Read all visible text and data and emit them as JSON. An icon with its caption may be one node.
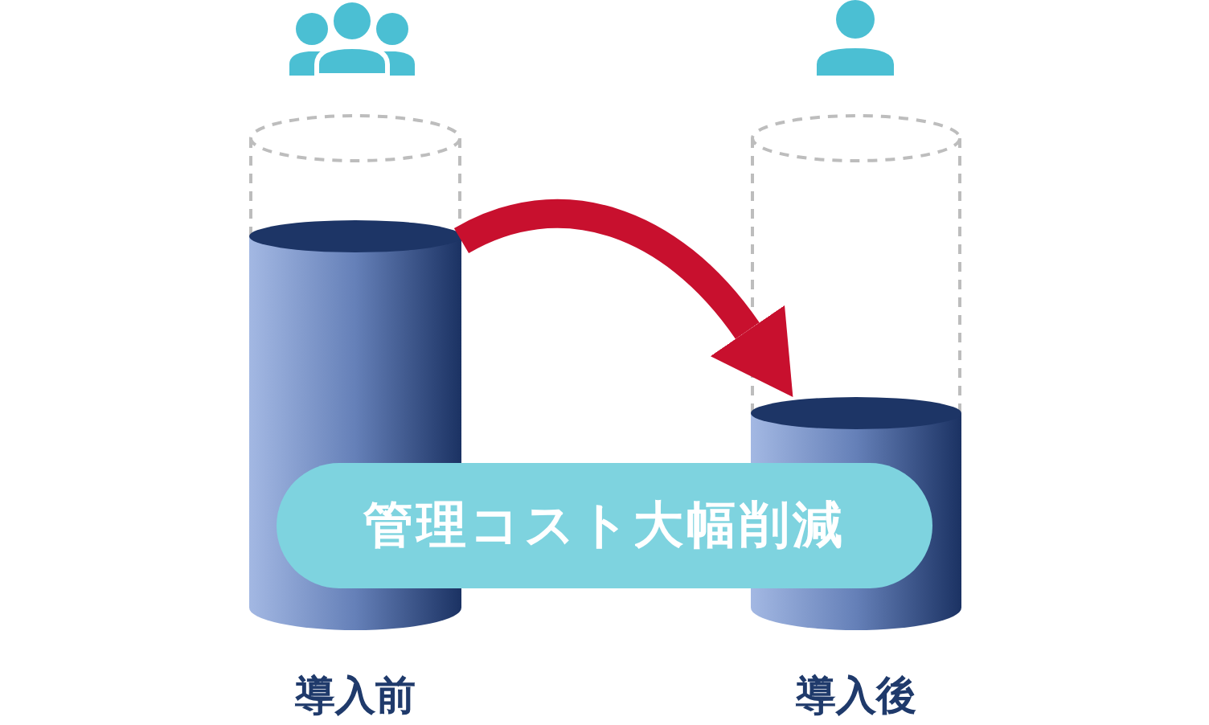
{
  "diagram": {
    "nodes": [
      {
        "text": [],
        "shape": "cylinder",
        "beside": [
          "導入前"
        ]
      },
      {
        "text": [],
        "shape": "cylinder",
        "beside": [
          "導入後"
        ]
      },
      {
        "text": [
          "管理コスト大幅削減"
        ]
      }
    ],
    "edges": [
      {
        "from": 0,
        "to": 1,
        "arrow": "to"
      }
    ]
  }
}
